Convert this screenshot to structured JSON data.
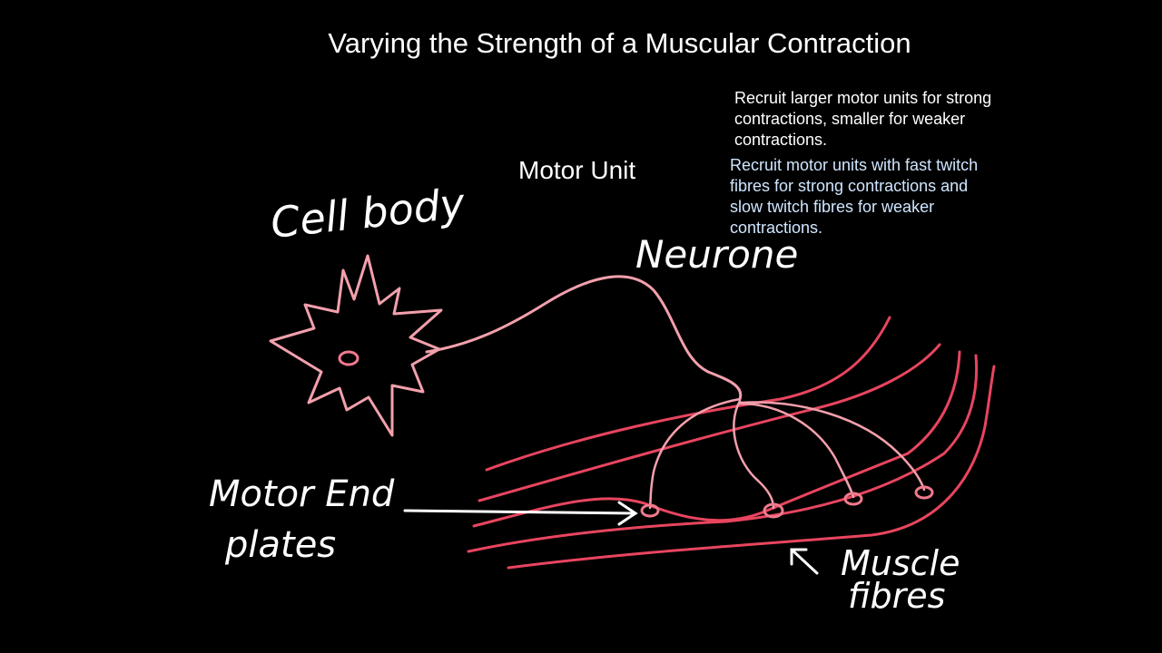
{
  "title": "Varying the Strength of a Muscular Contraction",
  "subtitle": "Motor Unit",
  "notes": {
    "white": "Recruit larger motor units for strong contractions, smaller for weaker contractions.",
    "blue": "Recruit motor units with fast twitch fibres for strong contractions and slow twitch fibres for weaker contractions."
  },
  "labels": {
    "cell_body": "Cell body",
    "neurone": "Neurone",
    "motor_end_plates_line1": "Motor End",
    "motor_end_plates_line2": "plates",
    "muscle_fibres_line1": "Muscle",
    "muscle_fibres_line2": "fibres"
  },
  "colors": {
    "background": "#000000",
    "neuron": "#f2a0ac",
    "muscle": "#e8455f",
    "end_plate": "#f07a8c",
    "text": "#ffffff",
    "note_blue": "#cfe6ff"
  }
}
